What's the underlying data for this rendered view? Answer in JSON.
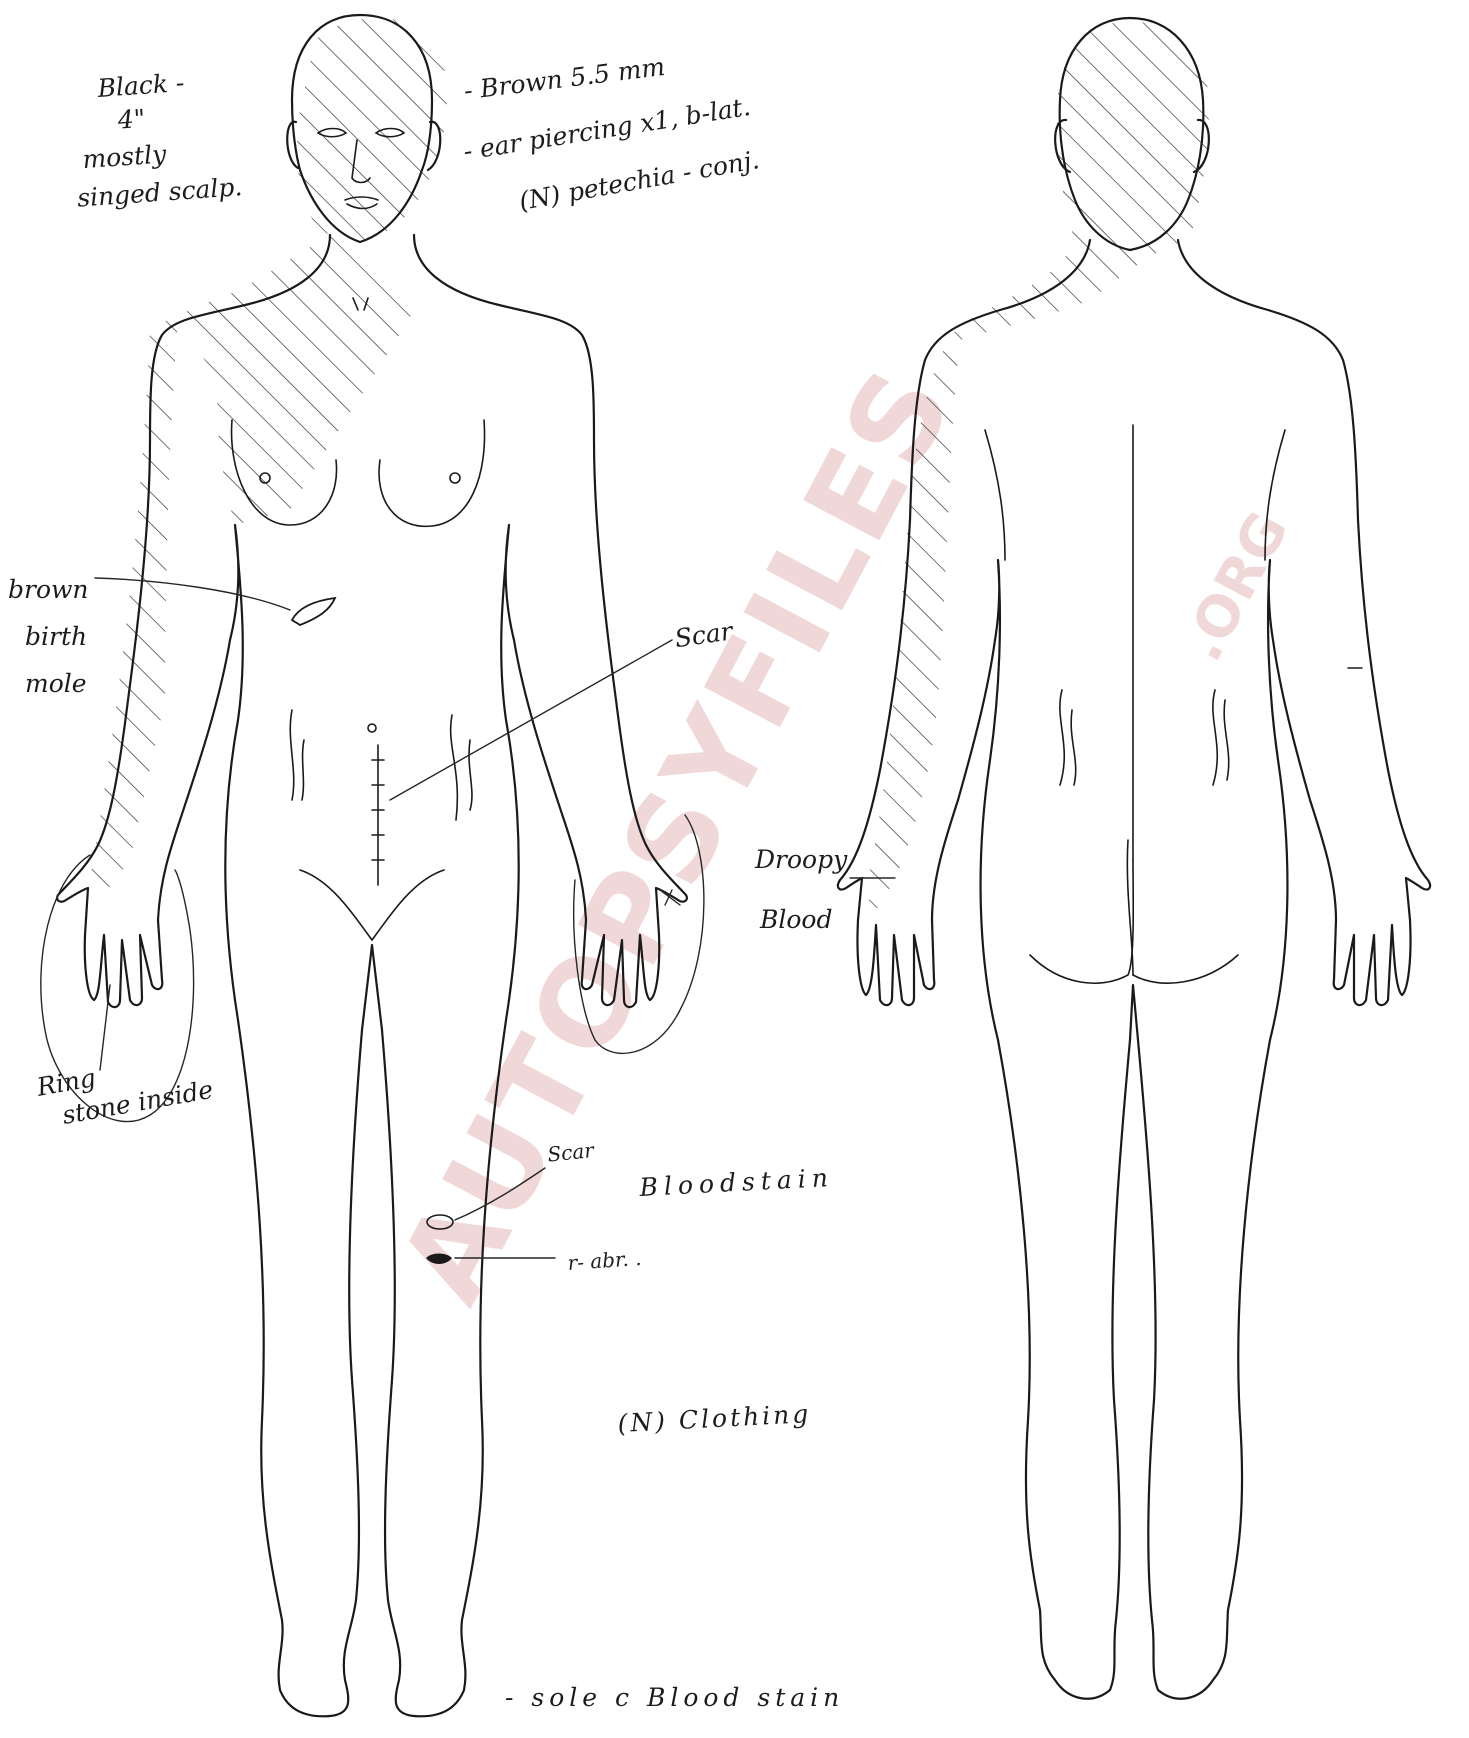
{
  "watermark": {
    "main": "AUTOPSYFILES",
    "suffix": ".ORG"
  },
  "annotations": {
    "hair": [
      "Black -",
      "4\"",
      "mostly",
      "singed scalp."
    ],
    "eyes": "- Brown 5.5 mm",
    "ears": "- ear piercing x1, b-lat.",
    "petechiae": "(N) petechia - conj.",
    "birthmark": [
      "brown",
      "birth",
      "mole"
    ],
    "abdomen_scar": "Scar",
    "ring": [
      "Ring",
      "stone inside"
    ],
    "drooping": "Droopy",
    "blood_back": "Blood",
    "leg_scar": "Scar",
    "leg_bloodstain": "Bloodstain",
    "abrasion": "r- abr. .",
    "clothing": "(N) Clothing",
    "sole": "- sole c Blood stain"
  }
}
